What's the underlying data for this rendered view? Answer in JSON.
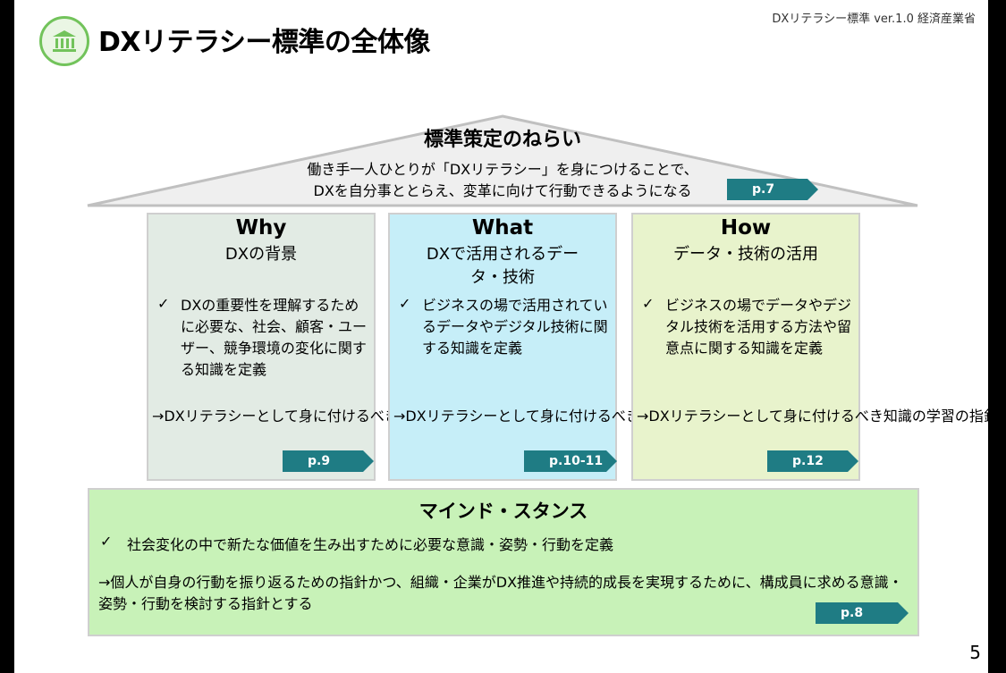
{
  "header": {
    "title": "DXリテラシー標準の全体像",
    "doc_info": "DXリテラシー標準 ver.1.0 経済産業省",
    "icon": "institution-building-icon"
  },
  "aim": {
    "title": "標準策定のねらい",
    "line1": "働き手一人ひとりが「DXリテラシー」を身につけることで、",
    "line2": "DXを自分事ととらえ、変革に向けて行動できるようになる",
    "page": "p.7"
  },
  "pillars": [
    {
      "heading": "Why",
      "subtitle": "DXの背景",
      "check": "✓",
      "body": "DXの重要性を理解するために必要な、社会、顧客・ユーザー、競争環境の変化に関する知識を定義",
      "arrow_text": "→DXリテラシーとして身に付けるべき知識の学習の指針とする",
      "page": "p.9"
    },
    {
      "heading": "What",
      "subtitle": "DXで活用されるデータ・技術",
      "check": "✓",
      "body": "ビジネスの場で活用されているデータやデジタル技術に関する知識を定義",
      "arrow_text": "→DXリテラシーとして身に付けるべき知識の学習の指針とする",
      "page": "p.10-11"
    },
    {
      "heading": "How",
      "subtitle": "データ・技術の活用",
      "check": "✓",
      "body": "ビジネスの場でデータやデジタル技術を活用する方法や留意点に関する知識を定義",
      "arrow_text": "→DXリテラシーとして身に付けるべき知識の学習の指針とする",
      "page": "p.12"
    }
  ],
  "mind": {
    "title": "マインド・スタンス",
    "check": "✓",
    "line1": "社会変化の中で新たな価値を生み出すために必要な意識・姿勢・行動を定義",
    "line2": "→個人が自身の行動を振り返るための指針かつ、組織・企業がDX推進や持続的成長を実現するために、構成員に求める意識・姿勢・行動を検討する指針とする",
    "page": "p.8"
  },
  "page_number": "5",
  "colors": {
    "badge": "#1f7c84",
    "why_bg": "#e2ebe4",
    "what_bg": "#c6eef8",
    "how_bg": "#e8f3cc",
    "mind_bg": "#c8f2b8",
    "icon_green": "#72c35b"
  }
}
